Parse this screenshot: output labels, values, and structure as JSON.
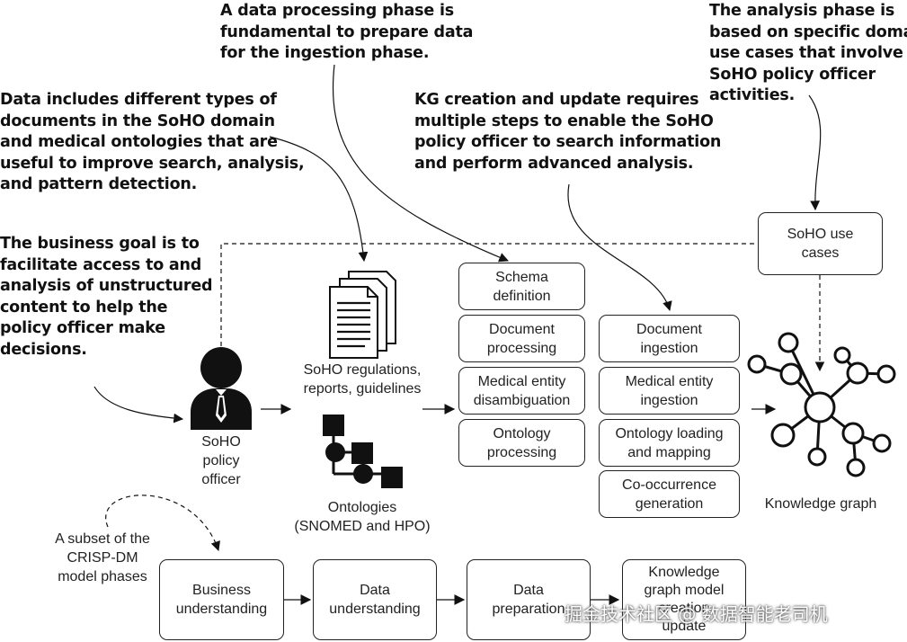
{
  "notes": {
    "data_types": "Data includes different types of\ndocuments in the SoHO domain\nand medical ontologies that are\nuseful to improve search, analysis,\nand pattern detection.",
    "processing_phase": "A data processing phase is\nfundamental to prepare data\nfor the ingestion phase.",
    "kg_creation": "KG creation and update requires\nmultiple steps to enable the SoHO\npolicy officer to search information\nand perform advanced analysis.",
    "analysis_phase": "The analysis phase is\nbased on specific domain\nuse cases that involve\nSoHO policy officer\nactivities.",
    "business_goal": "The business goal is to\nfacilitate access to and\nanalysis of unstructured\ncontent to help the\npolicy officer make\ndecisions."
  },
  "actor_label": "SoHO\npolicy\nofficer",
  "documents_label": "SoHO regulations,\nreports, guidelines",
  "ontologies_label": "Ontologies\n(SNOMED and HPO)",
  "processing_steps": [
    "Schema\ndefinition",
    "Document\nprocessing",
    "Medical entity\ndisambiguation",
    "Ontology\nprocessing"
  ],
  "ingestion_steps": [
    "Document\ningestion",
    "Medical entity\ningestion",
    "Ontology loading\nand mapping",
    "Co-occurrence\ngeneration"
  ],
  "use_cases_label": "SoHO use\ncases",
  "kg_label": "Knowledge graph",
  "crisp_note": "A subset of the\nCRISP-DM\nmodel phases",
  "crisp_phases": [
    "Business\nunderstanding",
    "Data\nunderstanding",
    "Data\npreparation",
    "Knowledge\ngraph model\ncreation\nupdate"
  ],
  "watermark": "掘金技术社区 @ 数据智能老司机"
}
